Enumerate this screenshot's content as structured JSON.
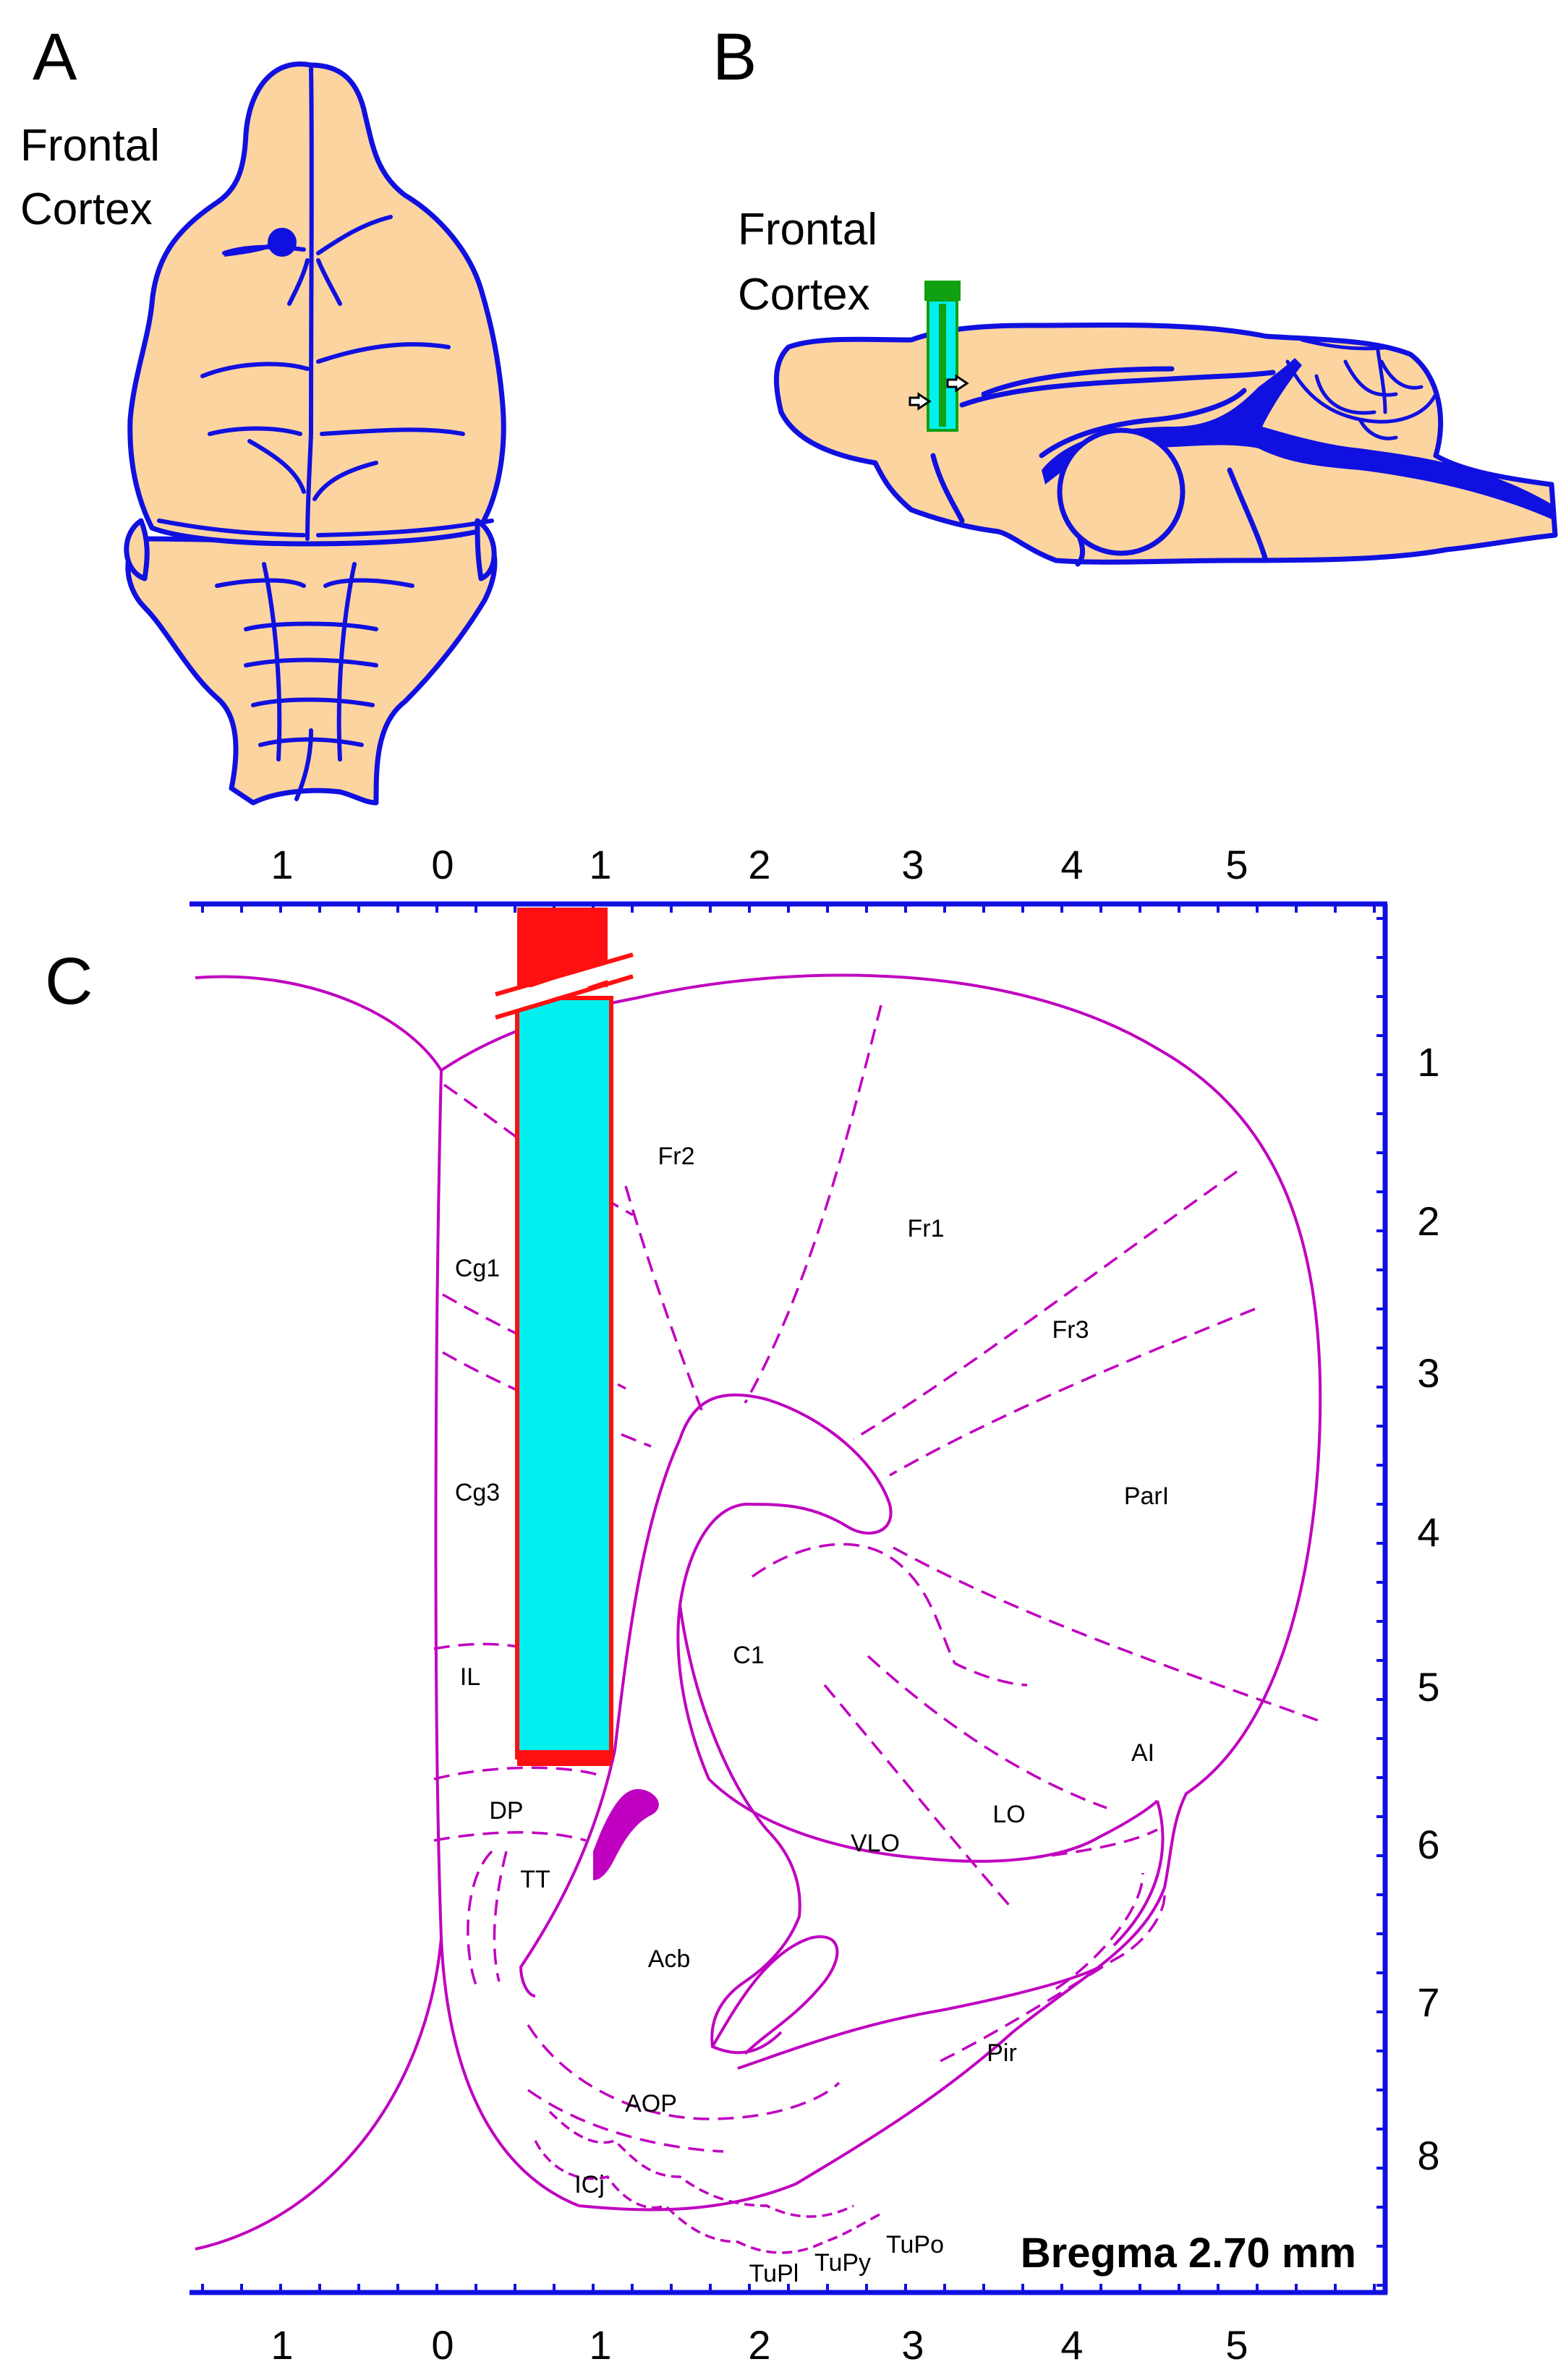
{
  "panels": {
    "a": {
      "letter": "A",
      "label_line1": "Frontal",
      "label_line2": "Cortex"
    },
    "b": {
      "letter": "B",
      "label_line1": "Frontal",
      "label_line2": "Cortex"
    },
    "c": {
      "letter": "C",
      "bregma": "Bregma 2.70 mm"
    }
  },
  "axes": {
    "top_ticks": [
      "1",
      "0",
      "1",
      "2",
      "3",
      "4",
      "5"
    ],
    "bottom_ticks": [
      "1",
      "0",
      "1",
      "2",
      "3",
      "4",
      "5"
    ],
    "right_ticks": [
      "1",
      "2",
      "3",
      "4",
      "5",
      "6",
      "7",
      "8"
    ]
  },
  "regions": {
    "fr2": "Fr2",
    "fr1": "Fr1",
    "fr3": "Fr3",
    "cg1": "Cg1",
    "cg3": "Cg3",
    "parl": "ParI",
    "il": "IL",
    "c1": "C1",
    "ai": "AI",
    "dp": "DP",
    "lo": "LO",
    "vlo": "VLO",
    "tt": "TT",
    "acb": "Acb",
    "pir": "Pir",
    "aop": "AOP",
    "icj": "ICj",
    "tupo": "TuPo",
    "tupy": "TuPy",
    "tupl": "TuPl"
  },
  "colors": {
    "outline_blue": "#1010e0",
    "brain_fill": "#fcd4a0",
    "atlas_magenta": "#c000c0",
    "probe_cyan": "#00f0f0",
    "probe_red": "#ff1010",
    "probe_green": "#10a010"
  }
}
